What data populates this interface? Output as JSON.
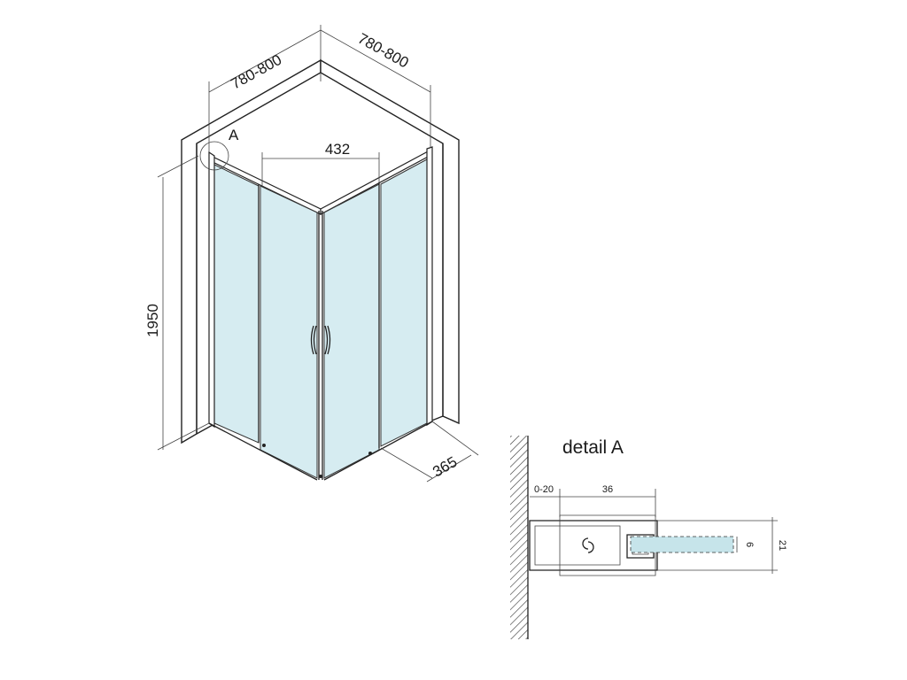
{
  "dimensions": {
    "left_width": "780-800",
    "right_width": "780-800",
    "entry_width": "432",
    "height": "1950",
    "depth": "365"
  },
  "detail": {
    "marker": "A",
    "title": "detail A",
    "adjust": "0-20",
    "profile_width": "36",
    "glass_thickness": "6",
    "profile_depth": "21"
  },
  "colors": {
    "glass": "#d6ecf1",
    "line": "#222222"
  },
  "icons": [
    "wall-hatch-icon",
    "door-handle-icon",
    "detail-circle-icon"
  ]
}
